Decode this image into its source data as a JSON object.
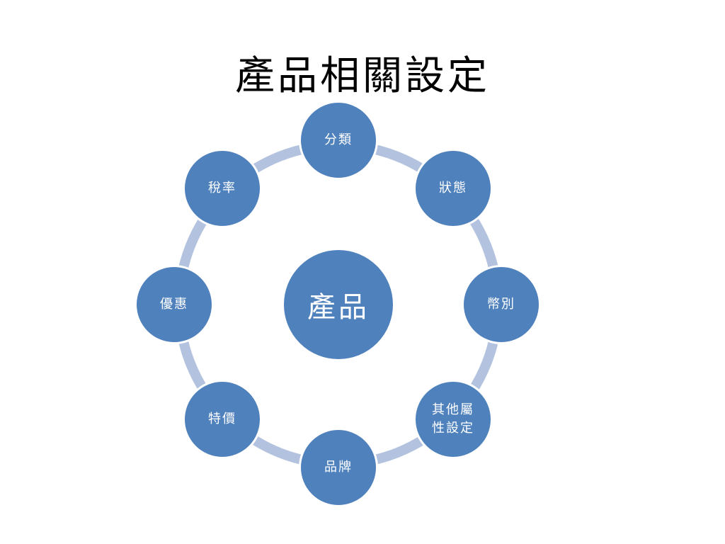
{
  "title": "產品相關設定",
  "center": {
    "label": "產品"
  },
  "nodes": [
    {
      "label": "分類"
    },
    {
      "label": "狀態"
    },
    {
      "label": "幣別"
    },
    {
      "label": "其他屬\n性設定"
    },
    {
      "label": "品牌"
    },
    {
      "label": "特價"
    },
    {
      "label": "優惠"
    },
    {
      "label": "稅率"
    }
  ],
  "colors": {
    "node": "#4f81bd",
    "ring": "#b3c3df",
    "text": "#ffffff"
  }
}
